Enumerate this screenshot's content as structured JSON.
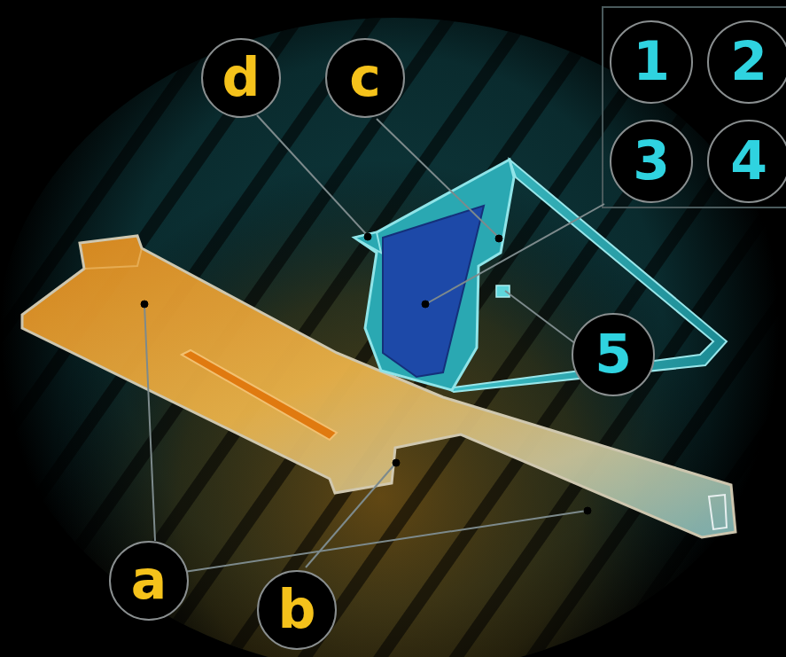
{
  "diagram": {
    "labels": [
      "d",
      "c",
      "1",
      "2",
      "3",
      "4",
      "5",
      "a",
      "b"
    ]
  }
}
